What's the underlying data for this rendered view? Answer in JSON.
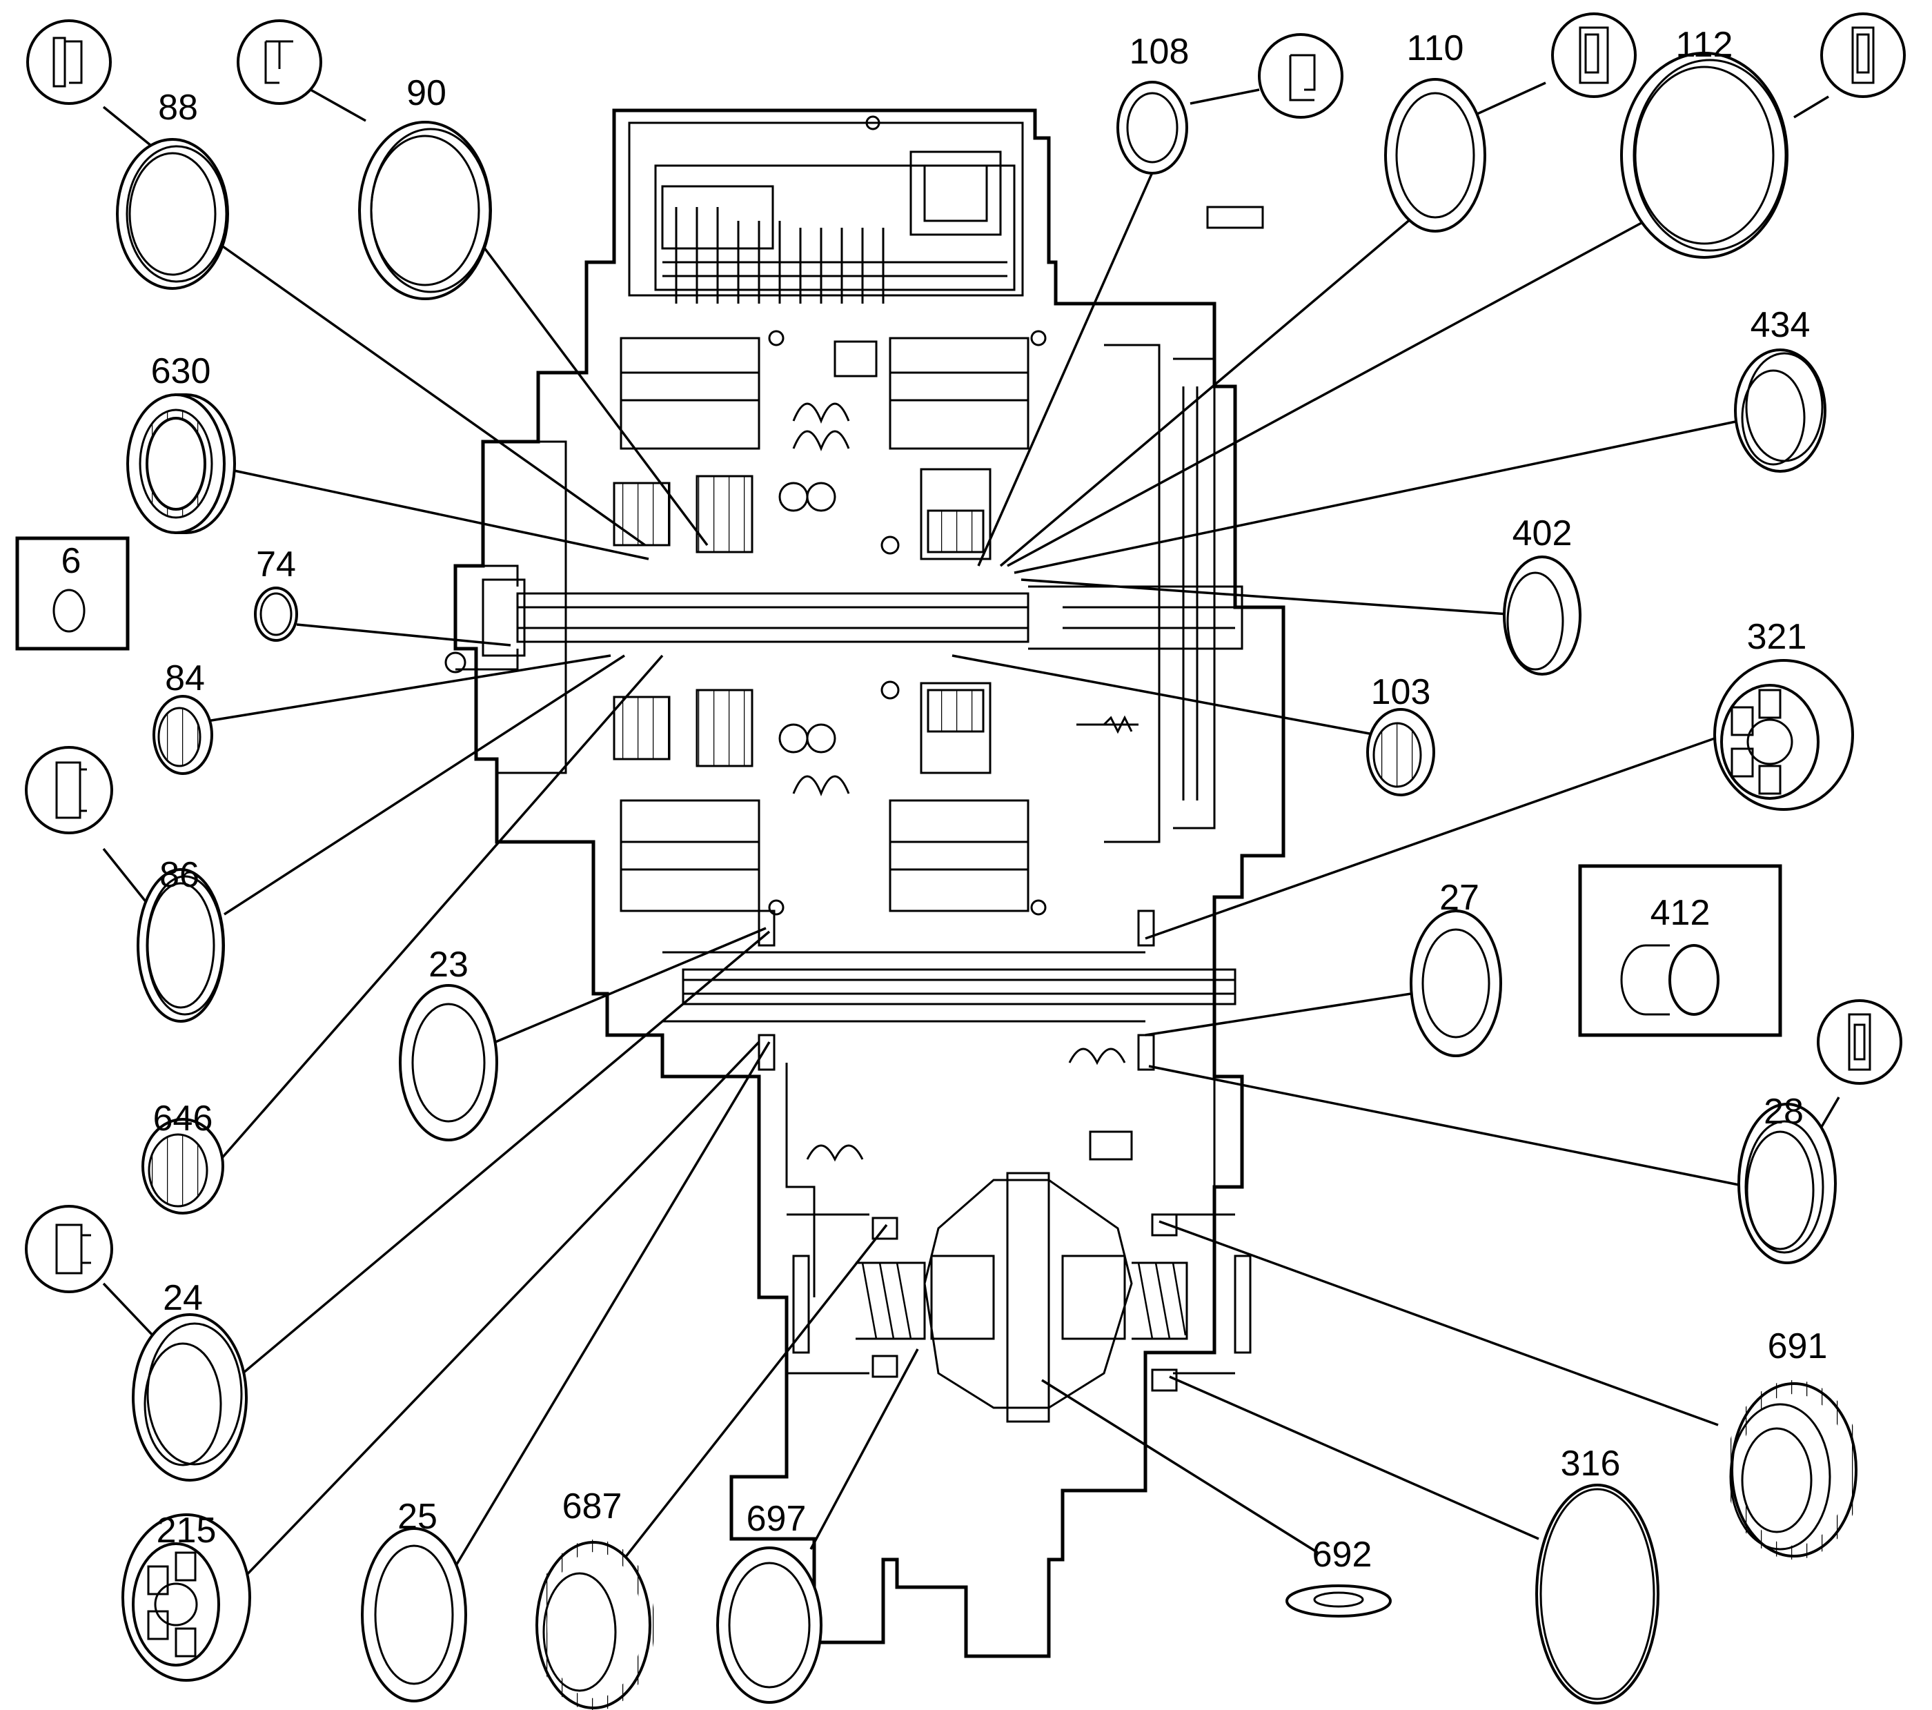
{
  "diagram": {
    "type": "transmission-exploded-view",
    "callouts": {
      "88": "88",
      "90": "90",
      "108": "108",
      "110": "110",
      "112": "112",
      "630": "630",
      "434": "434",
      "6": "6",
      "74": "74",
      "402": "402",
      "84": "84",
      "103": "103",
      "321": "321",
      "86": "86",
      "27": "27",
      "412": "412",
      "23": "23",
      "646": "646",
      "28": "28",
      "24": "24",
      "691": "691",
      "316": "316",
      "215": "215",
      "25": "25",
      "687": "687",
      "697": "697",
      "692": "692"
    }
  }
}
